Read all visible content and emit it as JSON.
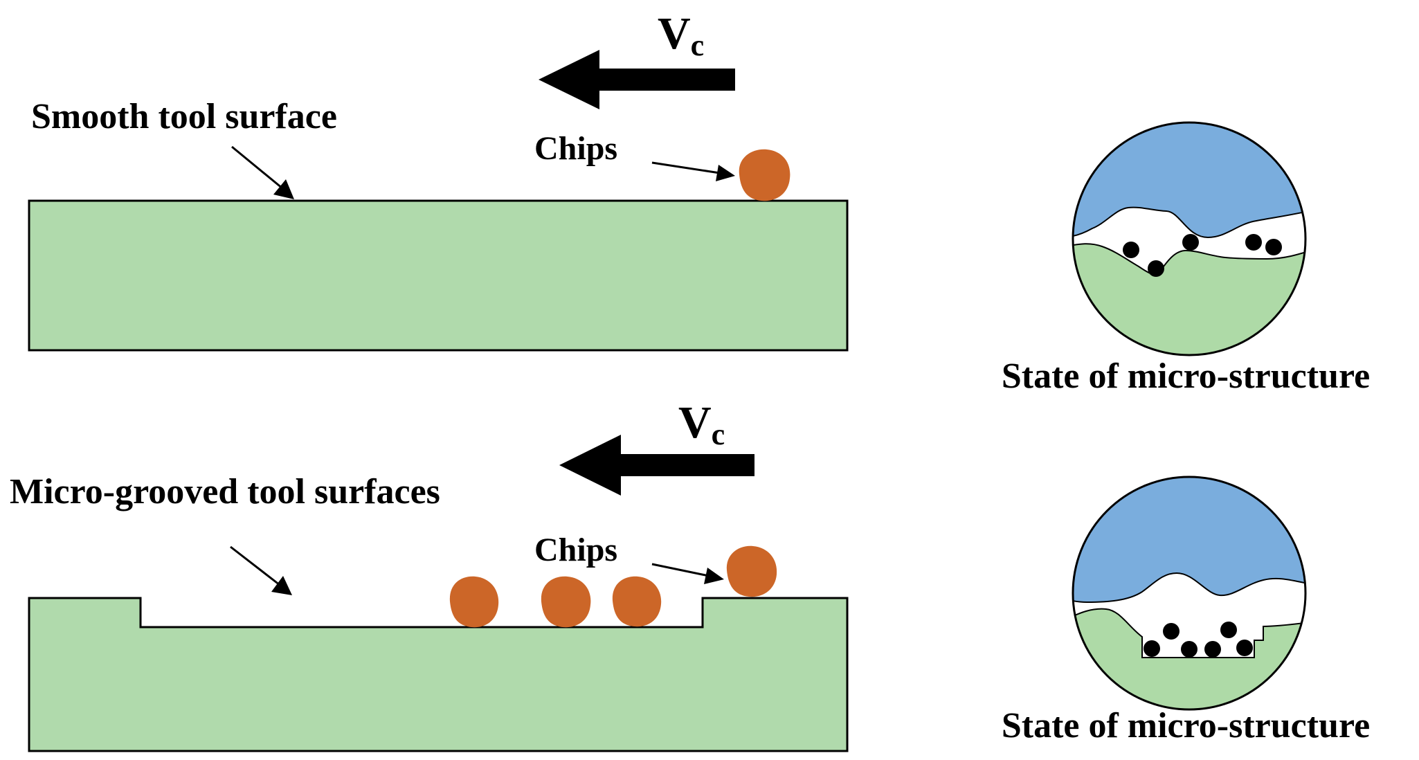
{
  "colors": {
    "tool": "#b0daac",
    "chip": "#cc6628",
    "upper_material": "#7aaddd",
    "lower_material": "#aedaa7",
    "particle": "#000000",
    "outline": "#000000",
    "background": "#ffffff"
  },
  "top_panel": {
    "surface_label": "Smooth tool surface",
    "chips_label": "Chips",
    "velocity_symbol": "V",
    "velocity_subscript": "c",
    "chip_count": 1,
    "caption": "State of micro-structure"
  },
  "bottom_panel": {
    "surface_label": "Micro-grooved tool surfaces",
    "chips_label": "Chips",
    "velocity_symbol": "V",
    "velocity_subscript": "c",
    "chip_count": 4,
    "caption": "State of micro-structure"
  }
}
